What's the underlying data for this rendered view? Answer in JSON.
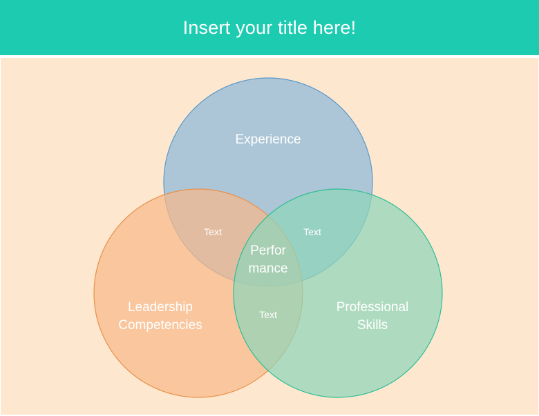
{
  "title": "Insert your title here!",
  "colors": {
    "header": "#1ccbb0",
    "background": "#fde8cf",
    "experience": "#9dc0d8",
    "leadership": "#f6b98a",
    "professional": "#8fd6b8"
  },
  "sets": {
    "experience": "Experience",
    "leadership_line1": "Leadership",
    "leadership_line2": "Competencies",
    "professional_line1": "Professional",
    "professional_line2": "Skills"
  },
  "intersections": {
    "experience_leadership": "Text",
    "experience_professional": "Text",
    "leadership_professional": "Text",
    "center_line1": "Perfor",
    "center_line2": "mance"
  }
}
